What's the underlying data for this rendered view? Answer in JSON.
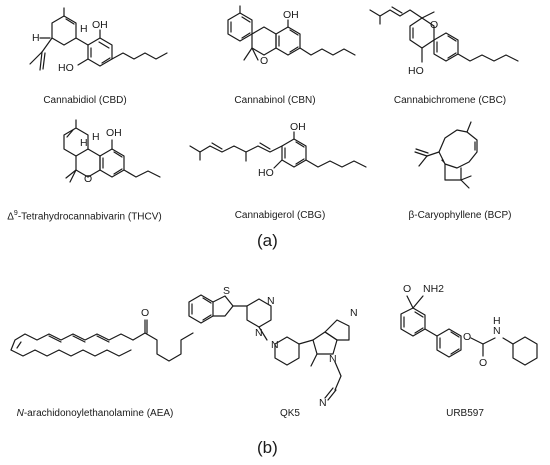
{
  "panels": {
    "a": "(a)",
    "b": "(b)"
  },
  "molecules": {
    "cbd": {
      "name": "Cannabidiol (CBD)"
    },
    "cbn": {
      "name": "Cannabinol (CBN)"
    },
    "cbc": {
      "name": "Cannabichromene (CBC)"
    },
    "thcv": {
      "prefix": "Δ",
      "sup": "9",
      "name": "-Tetrahydrocannabivarin (THCV)"
    },
    "cbg": {
      "name": "Cannabigerol (CBG)"
    },
    "bcp": {
      "name": "β-Caryophyllene (BCP)"
    },
    "aea": {
      "italic": "N",
      "name": "-arachidonoylethanolamine (AEA)"
    },
    "qk5": {
      "name": "QK5"
    },
    "urb": {
      "name": "URB597"
    }
  },
  "atoms": {
    "oh": "OH",
    "ho": "HO",
    "o": "O",
    "h": "H",
    "n": "N",
    "s": "S",
    "nh": "N",
    "nh_h": "H",
    "nh2": "NH2",
    "cn_n": "N"
  }
}
